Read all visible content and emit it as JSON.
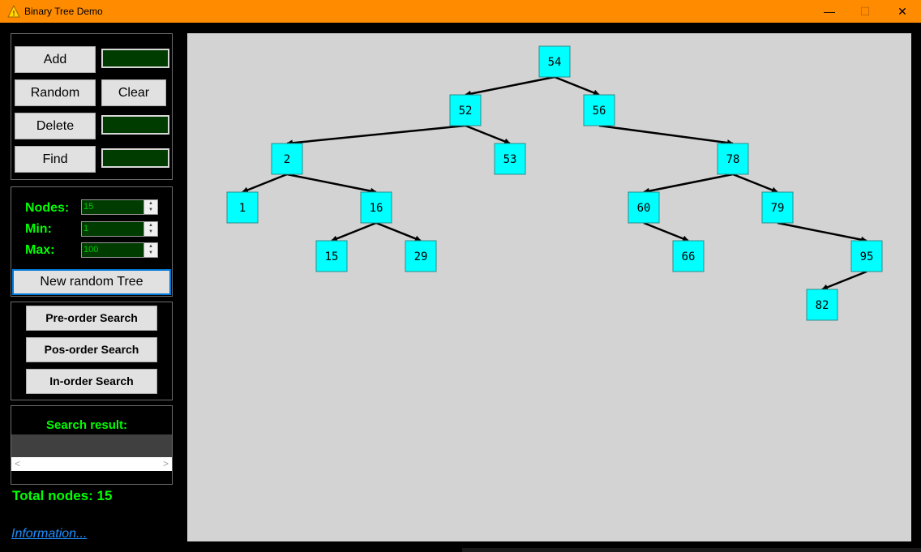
{
  "window": {
    "title": "Binary Tree Demo",
    "icon": "warning-triangle-icon",
    "minimize": "—",
    "maximize": "☐",
    "close": "✕"
  },
  "controls": {
    "add_label": "Add",
    "random_label": "Random",
    "clear_label": "Clear",
    "delete_label": "Delete",
    "find_label": "Find",
    "add_value": "",
    "delete_value": "",
    "find_value": ""
  },
  "generator": {
    "nodes_label": "Nodes:",
    "nodes_value": "15",
    "min_label": "Min:",
    "min_value": "1",
    "max_label": "Max:",
    "max_value": "100",
    "new_tree_label": "New random Tree"
  },
  "traversal": {
    "preorder_label": "Pre-order Search",
    "posorder_label": "Pos-order Search",
    "inorder_label": "In-order Search"
  },
  "search": {
    "label": "Search result:",
    "scroll_left": "<",
    "scroll_right": ">"
  },
  "status": {
    "total_nodes": "Total nodes: 15"
  },
  "info_link": "Information...",
  "colors": {
    "title_bar": "#ff8c00",
    "accent_green": "#00ff00",
    "node_fill": "#00ffff",
    "canvas": "#d3d3d3",
    "field_bg": "#003c00"
  },
  "tree": {
    "nodes": [
      {
        "id": "54",
        "value": "54",
        "depth": 0,
        "order": 7
      },
      {
        "id": "52",
        "value": "52",
        "depth": 1,
        "order": 5
      },
      {
        "id": "56",
        "value": "56",
        "depth": 1,
        "order": 8
      },
      {
        "id": "2",
        "value": "2",
        "depth": 2,
        "order": 1
      },
      {
        "id": "53",
        "value": "53",
        "depth": 2,
        "order": 6
      },
      {
        "id": "78",
        "value": "78",
        "depth": 2,
        "order": 11
      },
      {
        "id": "1",
        "value": "1",
        "depth": 3,
        "order": 0
      },
      {
        "id": "16",
        "value": "16",
        "depth": 3,
        "order": 3
      },
      {
        "id": "60",
        "value": "60",
        "depth": 3,
        "order": 9
      },
      {
        "id": "79",
        "value": "79",
        "depth": 3,
        "order": 12
      },
      {
        "id": "15",
        "value": "15",
        "depth": 4,
        "order": 2
      },
      {
        "id": "29",
        "value": "29",
        "depth": 4,
        "order": 4
      },
      {
        "id": "66",
        "value": "66",
        "depth": 4,
        "order": 10
      },
      {
        "id": "95",
        "value": "95",
        "depth": 4,
        "order": 14
      },
      {
        "id": "82",
        "value": "82",
        "depth": 5,
        "order": 13
      }
    ],
    "edges": [
      [
        "54",
        "52"
      ],
      [
        "54",
        "56"
      ],
      [
        "52",
        "2"
      ],
      [
        "52",
        "53"
      ],
      [
        "56",
        "78"
      ],
      [
        "2",
        "1"
      ],
      [
        "2",
        "16"
      ],
      [
        "16",
        "15"
      ],
      [
        "16",
        "29"
      ],
      [
        "78",
        "60"
      ],
      [
        "78",
        "79"
      ],
      [
        "60",
        "66"
      ],
      [
        "79",
        "95"
      ],
      [
        "95",
        "82"
      ]
    ]
  }
}
